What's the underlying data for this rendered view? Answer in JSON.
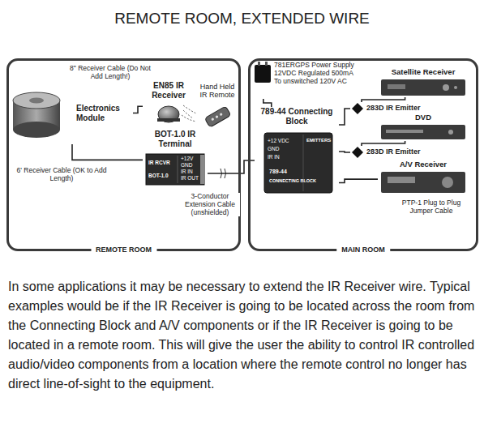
{
  "diagram": {
    "title": "REMOTE ROOM, EXTENDED WIRE",
    "caption": "In some applications it may be necessary to extend the IR Receiver wire. Typical examples would be if the IR Receiver is going to be located across the room from the Connecting Block and A/V components or if the IR Receiver is going to be located in a remote room. This will give the user the ability to control IR controlled audio/video components from a location where the remote control no longer has direct line-of-sight to the equipment.",
    "nodes": [
      {
        "text": [
          "REMOTE ROOM"
        ]
      },
      {
        "text": [
          "MAIN ROOM"
        ]
      },
      {
        "text": [
          "EN85 IR Receiver"
        ],
        "in": 0
      },
      {
        "text": [
          "Electronics Module"
        ],
        "in": 0
      },
      {
        "text": [
          "Hand Held IR Remote"
        ],
        "in": 0
      },
      {
        "text": [
          "BOT-1.0 IR Terminal"
        ],
        "in": 0
      },
      {
        "text": [
          "781ERGPS Power Supply 12VDC Regulated 500mA To unswitched 120V AC"
        ],
        "in": 1
      },
      {
        "text": [
          "789-44 Connecting Block"
        ],
        "in": 1
      },
      {
        "text": [
          "Satellite Receiver"
        ],
        "in": 1
      },
      {
        "text": [
          "DVD"
        ],
        "in": 1
      },
      {
        "text": [
          "A/V Receiver"
        ],
        "in": 1
      },
      {
        "text": [
          "283D IR Emitter"
        ],
        "in": 1
      },
      {
        "text": [
          "283D IR Emitter"
        ],
        "in": 1
      }
    ],
    "edges": [
      {
        "from": 2,
        "to": 3,
        "arrow": "none",
        "label": "8\" Receiver Cable (Do Not Add Length!)"
      },
      {
        "from": 3,
        "to": 5,
        "arrow": "none",
        "label": "6' Receiver Cable (OK to Add Length)"
      },
      {
        "from": 5,
        "to": 7,
        "arrow": "none",
        "label": "3-Conductor Extension Cable (unshielded)"
      },
      {
        "from": 6,
        "to": 7,
        "arrow": "none"
      },
      {
        "from": 7,
        "to": 11,
        "arrow": "none"
      },
      {
        "from": 11,
        "to": 8,
        "arrow": "none"
      },
      {
        "from": 7,
        "to": 12,
        "arrow": "none"
      },
      {
        "from": 12,
        "to": 9,
        "arrow": "none"
      },
      {
        "from": 7,
        "to": 10,
        "arrow": "none",
        "label": "PTP-1 Plug to Plug Jumper Cable"
      }
    ],
    "labels": [
      "IR RCVR",
      "BOT-1.0",
      "+12V",
      "GND",
      "IR IN",
      "IR OUT",
      "+12 VDC",
      "GND",
      "IR IN",
      "789-44",
      "CONNECTING BLOCK",
      "EMITTERS"
    ]
  }
}
